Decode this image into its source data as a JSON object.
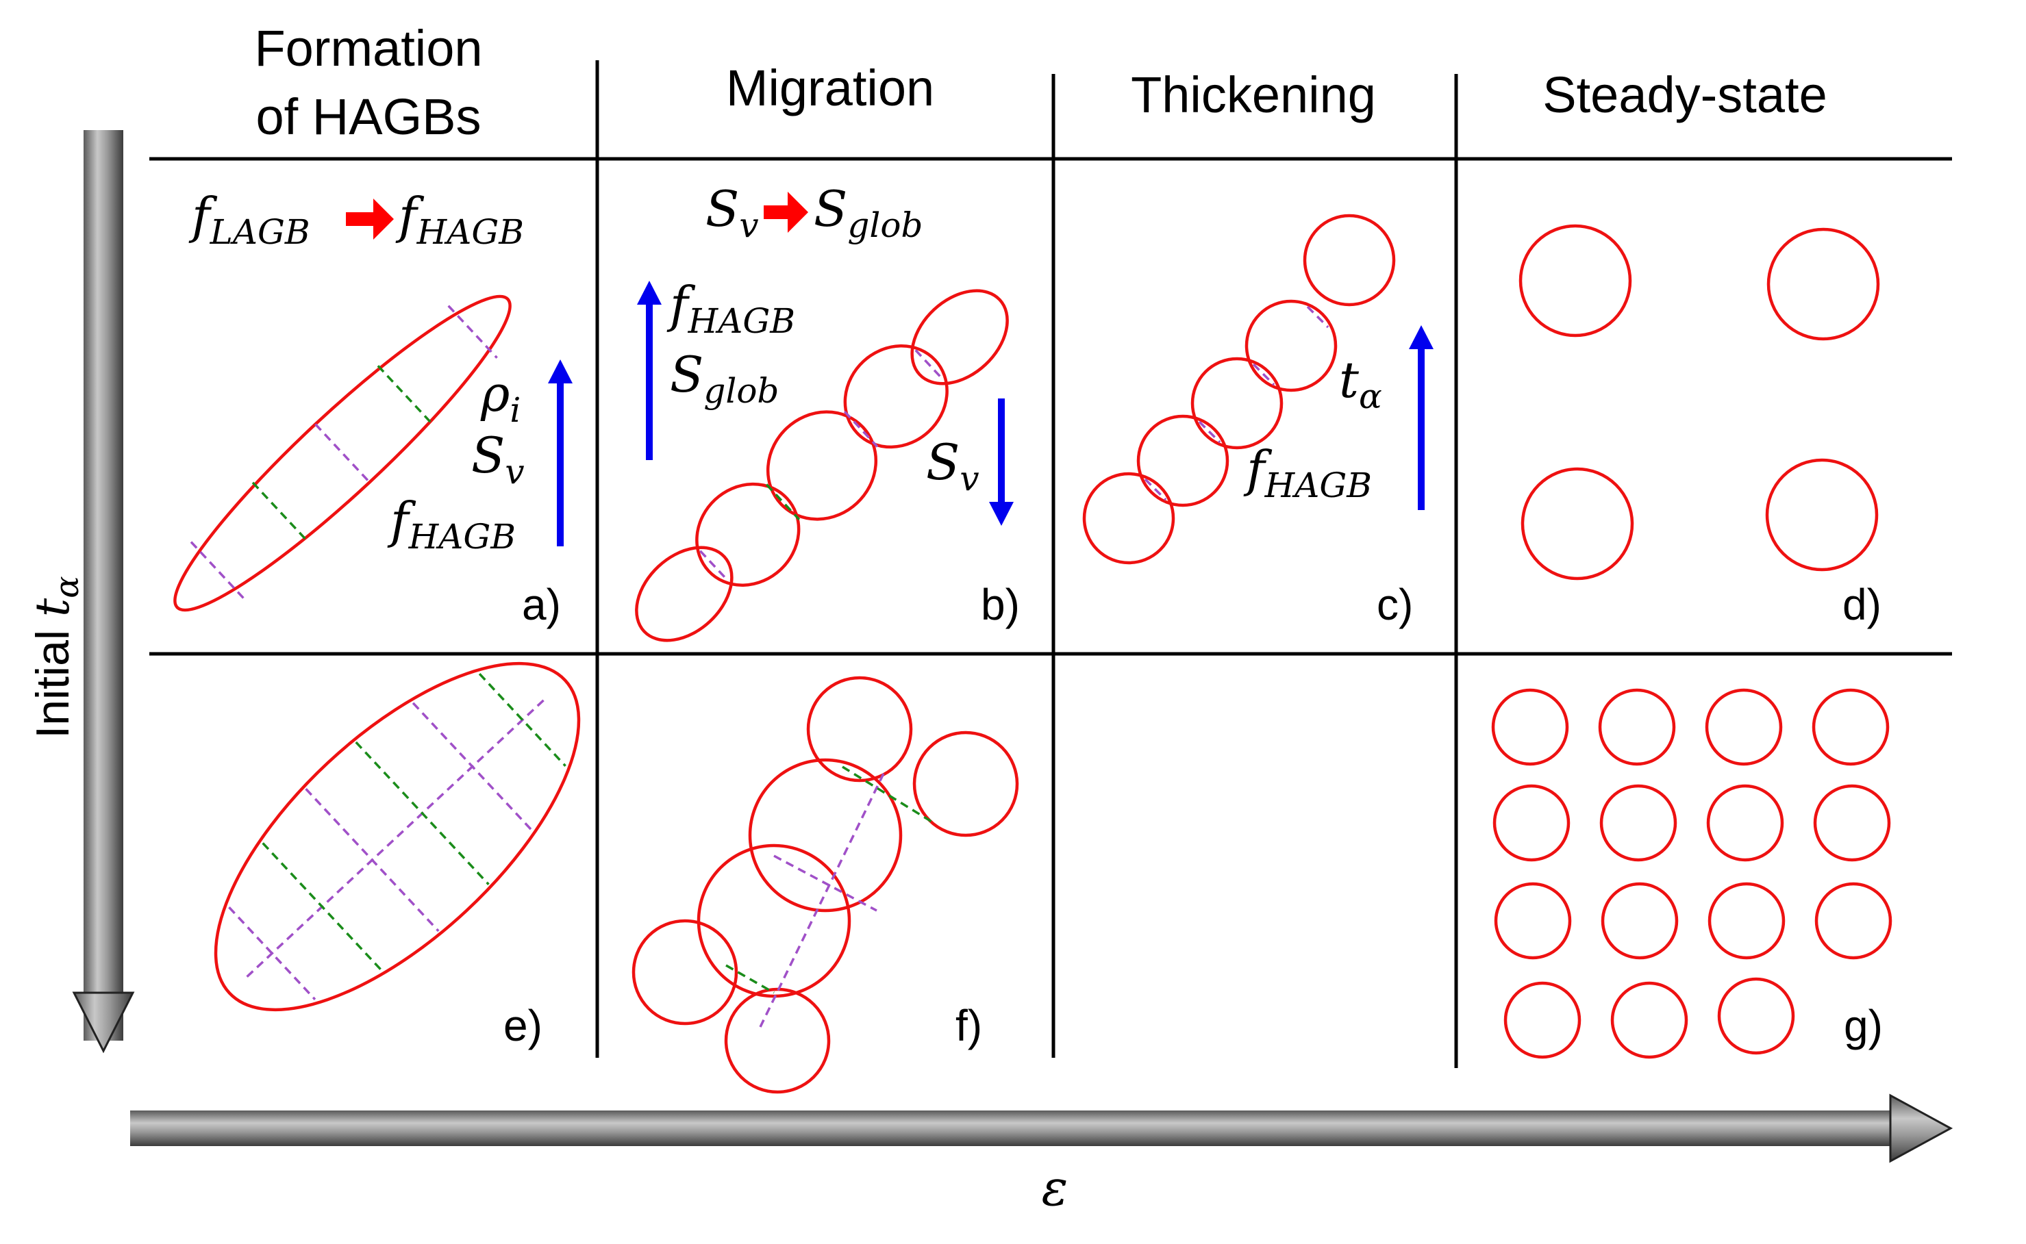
{
  "headers": {
    "col1_line1": "Formation",
    "col1_line2": "of HAGBs",
    "col2": "Migration",
    "col3": "Thickening",
    "col4": "Steady-state"
  },
  "axes": {
    "y_text": "Initial ",
    "y_symbol": "t",
    "y_subscript": "α",
    "x_symbol": "ε"
  },
  "panel_labels": {
    "a": "a)",
    "b": "b)",
    "c": "c)",
    "d": "d)",
    "e": "e)",
    "f": "f)",
    "g": "g)"
  },
  "formulas": {
    "a_from": {
      "base": "f",
      "sub": "LAGB"
    },
    "a_to": {
      "base": "f",
      "sub": "HAGB"
    },
    "a_rho": {
      "base": "ρ",
      "sub": "i"
    },
    "a_sv": {
      "base": "S",
      "sub": "v"
    },
    "a_fhagb": {
      "base": "f",
      "sub": "HAGB"
    },
    "b_from": {
      "base": "S",
      "sub": "v"
    },
    "b_to": {
      "base": "S",
      "sub": "glob"
    },
    "b_fhagb": {
      "base": "f",
      "sub": "HAGB"
    },
    "b_sglob": {
      "base": "S",
      "sub": "glob"
    },
    "b_sv": {
      "base": "S",
      "sub": "v"
    },
    "c_ta": {
      "base": "t",
      "sub": "α"
    },
    "c_fhagb": {
      "base": "f",
      "sub": "HAGB"
    }
  },
  "colors": {
    "grain_boundary": "#ee1111",
    "lagb": "#a050c8",
    "hagb": "#1a8c1a",
    "trend_arrow": "#0000ee",
    "transition_arrow": "#ff0000",
    "axis_arrow": "#808080"
  },
  "legend_semantics": {
    "trend_up": "increase",
    "trend_down": "decrease"
  }
}
